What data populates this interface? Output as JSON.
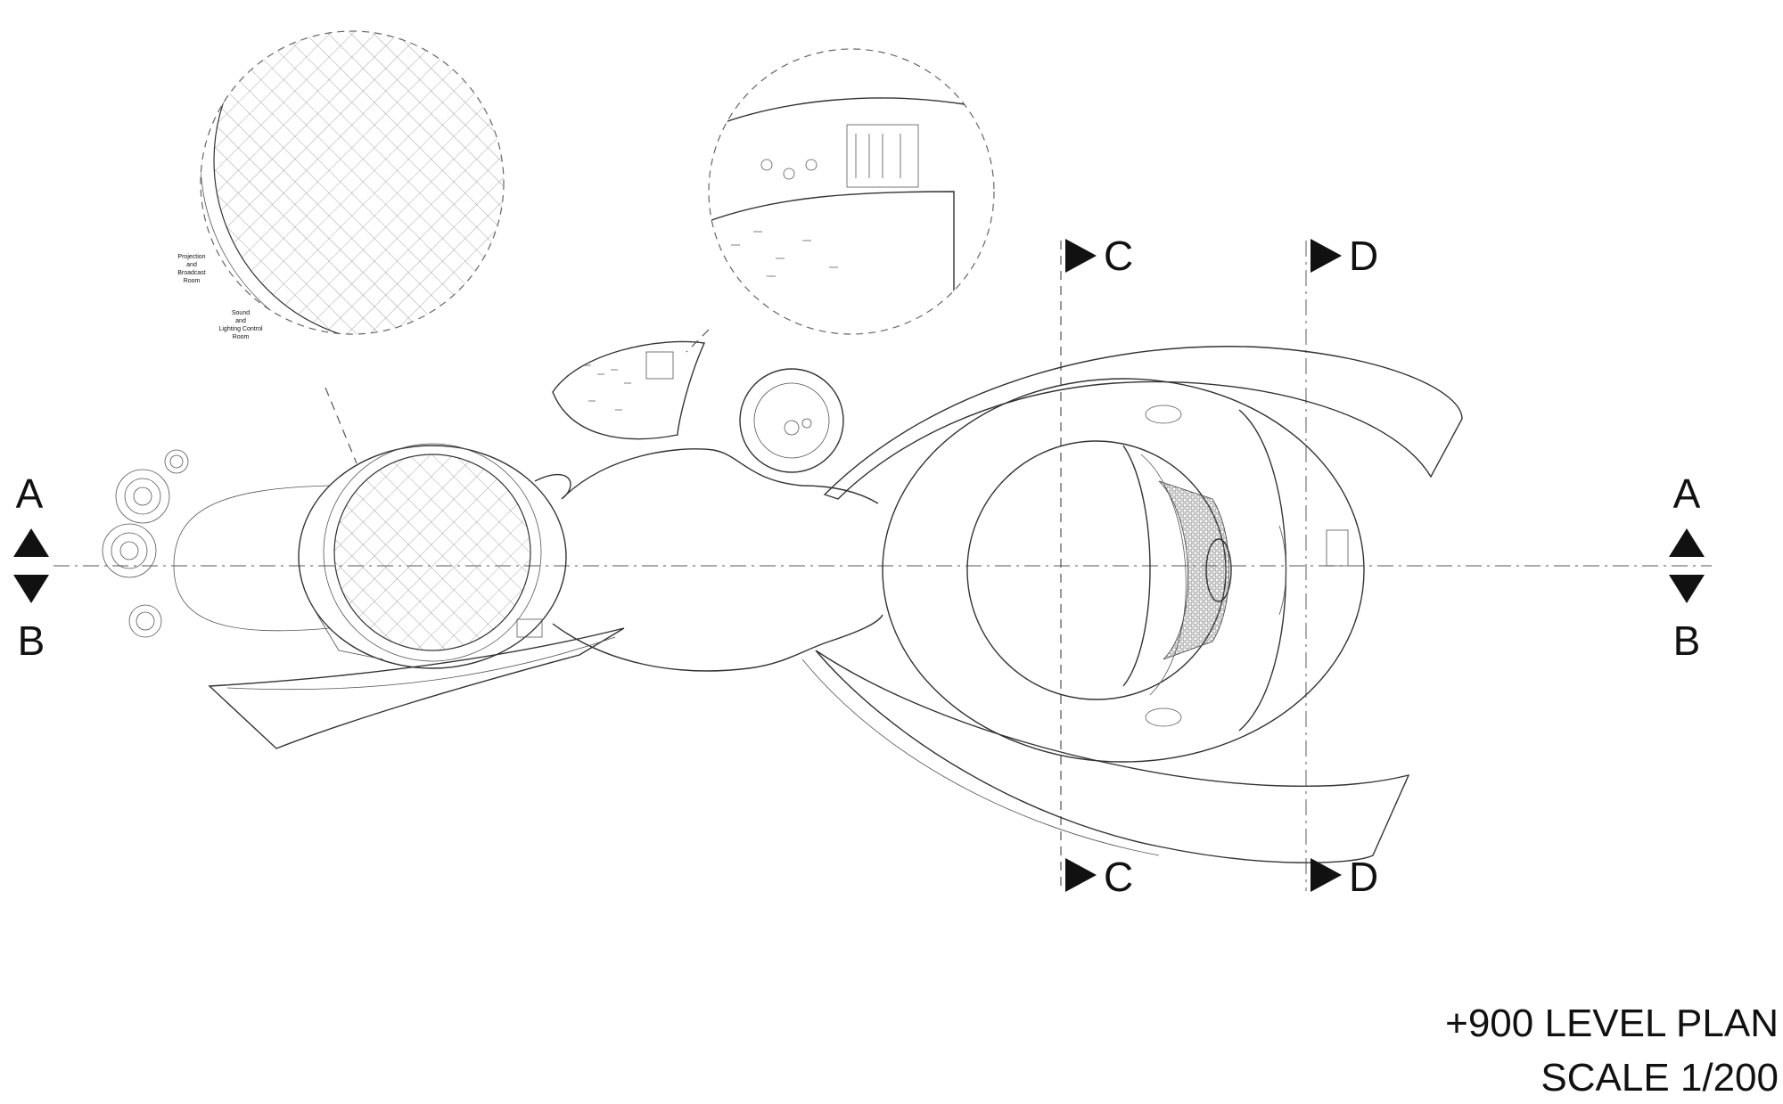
{
  "sections": {
    "a": "A",
    "b": "B",
    "c": "C",
    "d": "D"
  },
  "rooms": {
    "projection_line1": "Projection",
    "projection_line2": "and",
    "projection_line3": "Broadcast",
    "projection_line4": "Room",
    "sound_line1": "Sound",
    "sound_line2": "and",
    "sound_line3": "Lighting Control",
    "sound_line4": "Room"
  },
  "title": {
    "plan": "+900 LEVEL PLAN",
    "scale": "SCALE 1/200"
  }
}
